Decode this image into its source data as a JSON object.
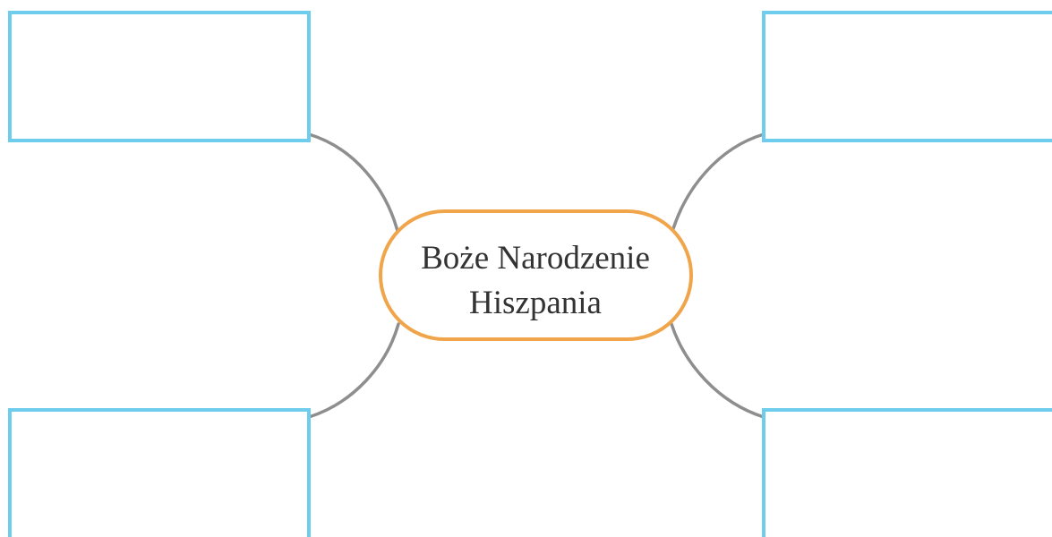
{
  "center": {
    "line1": "Boże Narodzenie",
    "line2": "Hiszpania"
  },
  "boxes": [
    {
      "position": "top-left",
      "text": ""
    },
    {
      "position": "top-right",
      "text": ""
    },
    {
      "position": "bottom-left",
      "text": ""
    },
    {
      "position": "bottom-right",
      "text": ""
    }
  ],
  "colors": {
    "box_border": "#6ECCEC",
    "center_border": "#F0A54A",
    "connector": "#8E8E8E",
    "text": "#333333",
    "background": "#FFFFFF"
  }
}
